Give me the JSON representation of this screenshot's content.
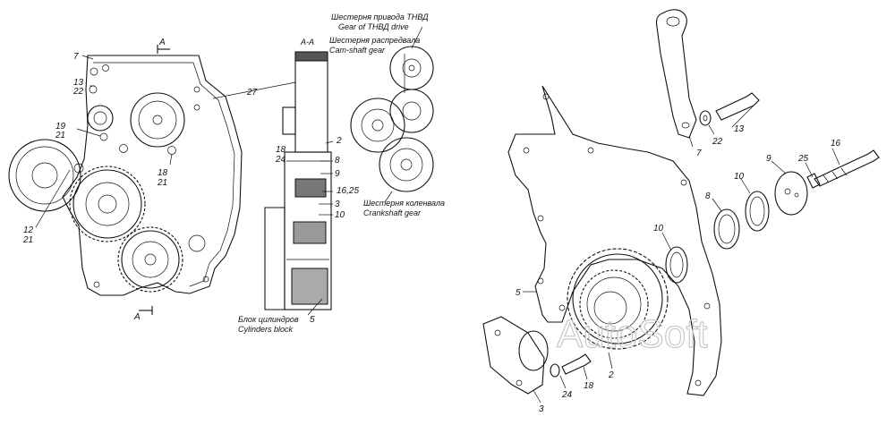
{
  "section": {
    "title": "A-A",
    "cut_mark": "A"
  },
  "captions": {
    "tnvd_ru": "Шестерня привода ТНВД",
    "tnvd_en": "Gear of ТНВД drive",
    "cam_ru": "Шестерня распредвала",
    "cam_en": "Cam-shaft gear",
    "crank_ru": "Шестерня коленвала",
    "crank_en": "Crankshaft gear",
    "block_ru": "Блок цилиндров",
    "block_en": "Cylinders block"
  },
  "left_numbers": {
    "n7": "7",
    "n13": "13",
    "n22": "22",
    "n19": "19",
    "n21a": "21",
    "n12": "12",
    "n21b": "21",
    "n18": "18",
    "n21c": "21",
    "n27": "27"
  },
  "section_numbers": {
    "n2": "2",
    "n18": "18",
    "n24": "24",
    "n8": "8",
    "n9": "9",
    "n16_25": "16,25",
    "n3": "3",
    "n10": "10",
    "n5": "5"
  },
  "exploded_numbers": {
    "n7": "7",
    "n22": "22",
    "n13": "13",
    "n16": "16",
    "n25": "25",
    "n9": "9",
    "n10a": "10",
    "n8": "8",
    "n10b": "10",
    "n5": "5",
    "n2": "2",
    "n3": "3",
    "n24": "24",
    "n18": "18"
  },
  "watermark": "AutoSoft"
}
